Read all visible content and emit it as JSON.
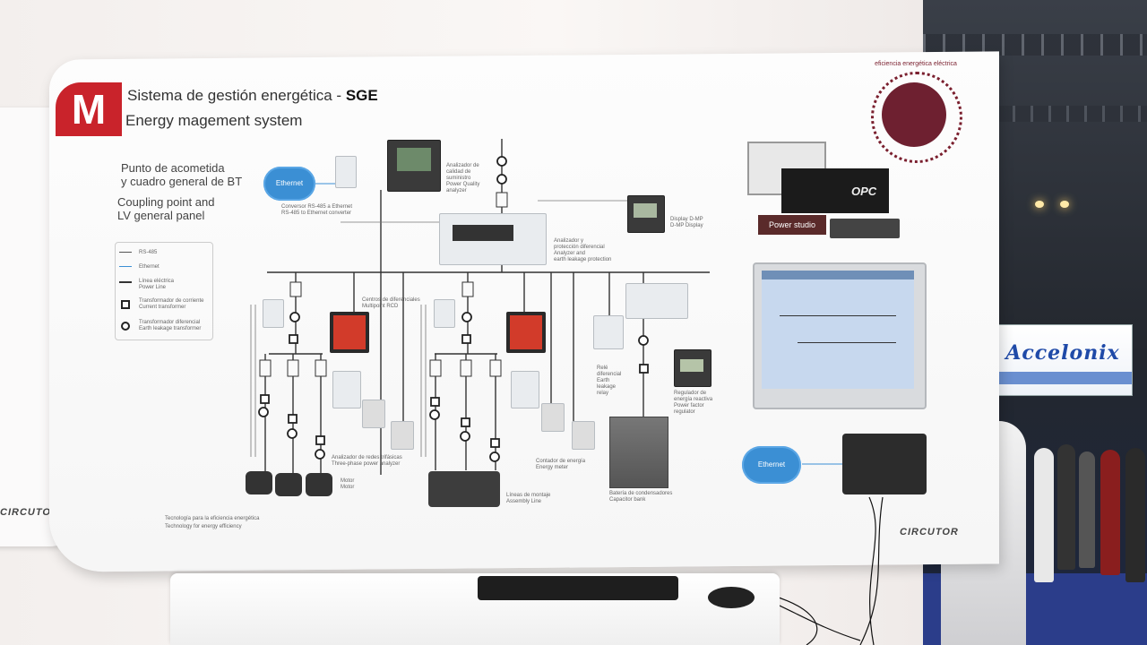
{
  "panel": {
    "badge_letter": "M",
    "title_es": "Sistema de gestión energética - ",
    "title_es_bold": "SGE",
    "title_en": "Energy magement system",
    "section_es": "Punto de acometida\ny cuadro general de BT",
    "section_en": "Coupling point and\nLV general panel",
    "footer_es": "Tecnología para la eficiencia energética",
    "footer_en": "Technology for energy efficiency",
    "brand": "CIRCUTOR",
    "left_panel_brand": "CIRCUTOR"
  },
  "clouds": {
    "top": "Ethernet",
    "right": "Ethernet"
  },
  "labels": {
    "converter": "Conversor RS-485 a Ethernet\nRS-485 to Ethernet converter",
    "quality_analyzer": "Analizador de\ncalidad de\nsuministro\nPower Quality\nanalyzer",
    "display": "Display D-MP\nD-MP Display",
    "earth_leakage": "Analizador y\nprotección diferencial\nAnalyzer and\nearth leakage protection",
    "rcd": "Centros de diferenciales\nMultipoint RCD",
    "earth_relay": "Relé\ndiferencial\nEarth\nleakage\nrelay",
    "pf_regulator": "Regulador de\nenergía reactiva\nPower factor\nregulator",
    "three_phase": "Analizador de redes trifásicas\nThree-phase power analyzer",
    "energy_meter": "Contador de energía\nEnergy meter",
    "motor": "Motor\nMotor",
    "assembly": "Líneas de montaje\nAssembly Line",
    "capacitor": "Batería de condensadores\nCapacitor bank",
    "powerstudio": "Power studio",
    "opc": "OPC"
  },
  "legend": [
    "RS-485",
    "Ethernet",
    "Línea eléctrica\nPower Line",
    "Transformador de corriente\nCurrent transformer",
    "Transformador diferencial\nEarth leakage transformer"
  ],
  "seal_text": "eficiencia energética eléctrica",
  "booth_ad": {
    "logo": "Accelonix"
  }
}
